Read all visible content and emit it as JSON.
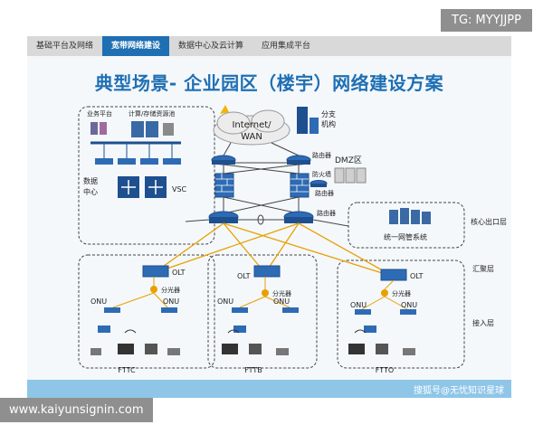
{
  "tabs": [
    {
      "label": "基础平台及网络"
    },
    {
      "label": "宽带网络建设",
      "active": true
    },
    {
      "label": "数据中心及云计算"
    },
    {
      "label": "应用集成平台"
    }
  ],
  "title": "典型场景- 企业园区（楼宇）网络建设方案",
  "labels": {
    "internet": "Internet/",
    "wan": "WAN",
    "branch1": "分支",
    "branch2": "机构",
    "router_top": "路由器",
    "firewall": "防火墙",
    "dmz": "DMZ区",
    "router_dmz": "路由器",
    "router_core": "路由器",
    "biz_platform": "业务平台",
    "compute_pool": "计算/存储资源池",
    "dc1": "数据",
    "dc2": "中心",
    "vsc": "VSC",
    "nms": "统一网管系统",
    "core_layer": "核心出口层",
    "agg_layer": "汇聚层",
    "access_layer": "接入层",
    "olt1": "OLT",
    "olt2": "OLT",
    "olt3": "OLT",
    "splitter1": "分光器",
    "splitter2": "分光器",
    "splitter3": "分光器",
    "onu1a": "ONU",
    "onu1b": "ONU",
    "onu2a": "ONU",
    "onu2b": "ONU",
    "onu3a": "ONU",
    "onu3b": "ONU",
    "fttc": "FTTC",
    "fttb": "FTTB",
    "ftto": "FTTO"
  },
  "footer": "搜狐号@无忧知识星球",
  "watermark_top": "TG: MYYJJPP",
  "watermark_bottom": "www.kaiyunsignin.com",
  "colors": {
    "accent": "#1f6fb3",
    "link_orange": "#e8a000",
    "device_blue": "#1e4f8f"
  }
}
